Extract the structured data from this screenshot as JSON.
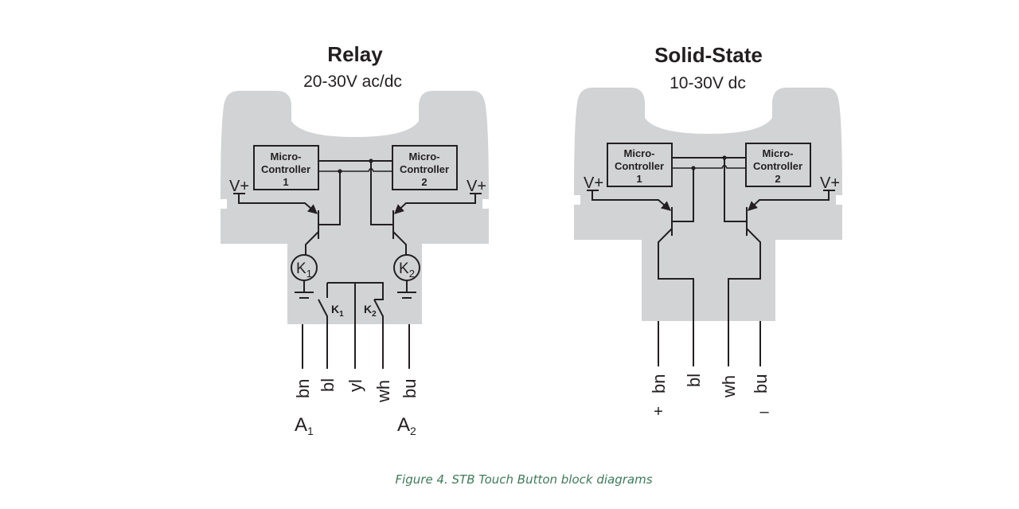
{
  "figure": {
    "caption": "Figure 4. STB Touch Button block diagrams",
    "caption_color": "#3f7a5a",
    "housing_color": "#d1d3d4",
    "line_color": "#231f20"
  },
  "relay": {
    "title": "Relay",
    "voltage": "20-30V ac/dc",
    "controller1": {
      "line1": "Micro-",
      "line2": "Controller",
      "line3": "1"
    },
    "controller2": {
      "line1": "Micro-",
      "line2": "Controller",
      "line3": "2"
    },
    "supply_left": "V+",
    "supply_right": "V+",
    "coil1": {
      "letter": "K",
      "sub": "1"
    },
    "coil2": {
      "letter": "K",
      "sub": "2"
    },
    "switch1": {
      "letter": "K",
      "sub": "1"
    },
    "switch2": {
      "letter": "K",
      "sub": "2"
    },
    "leads": [
      "bn",
      "bl",
      "yl",
      "wh",
      "bu"
    ],
    "terminal1": {
      "letter": "A",
      "sub": "1"
    },
    "terminal2": {
      "letter": "A",
      "sub": "2"
    }
  },
  "solid_state": {
    "title": "Solid-State",
    "voltage": "10-30V dc",
    "controller1": {
      "line1": "Micro-",
      "line2": "Controller",
      "line3": "1"
    },
    "controller2": {
      "line1": "Micro-",
      "line2": "Controller",
      "line3": "2"
    },
    "supply_left": "V+",
    "supply_right": "V+",
    "leads": [
      "bn",
      "bl",
      "wh",
      "bu"
    ],
    "plus_sign": "+",
    "minus_sign": "–"
  }
}
